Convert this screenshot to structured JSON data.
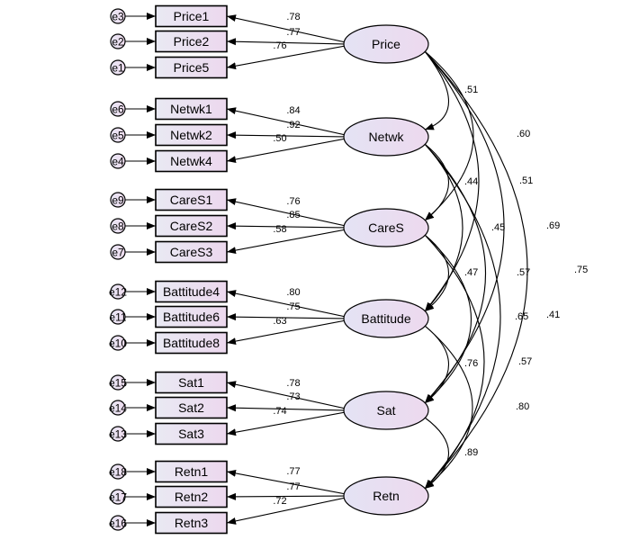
{
  "latents": [
    {
      "id": "price",
      "label": "Price",
      "indicators": [
        {
          "label": "Price1",
          "error": "e3",
          "loading": ".78"
        },
        {
          "label": "Price2",
          "error": "e2",
          "loading": ".77"
        },
        {
          "label": "Price5",
          "error": "e1",
          "loading": ".76"
        }
      ]
    },
    {
      "id": "netwk",
      "label": "Netwk",
      "indicators": [
        {
          "label": "Netwk1",
          "error": "e6",
          "loading": ".84"
        },
        {
          "label": "Netwk2",
          "error": "e5",
          "loading": ".92"
        },
        {
          "label": "Netwk4",
          "error": "e4",
          "loading": ".50"
        }
      ]
    },
    {
      "id": "cares",
      "label": "CareS",
      "indicators": [
        {
          "label": "CareS1",
          "error": "e9",
          "loading": ".76"
        },
        {
          "label": "CareS2",
          "error": "e8",
          "loading": ".85"
        },
        {
          "label": "CareS3",
          "error": "e7",
          "loading": ".58"
        }
      ]
    },
    {
      "id": "battitude",
      "label": "Battitude",
      "indicators": [
        {
          "label": "Battitude4",
          "error": "e12",
          "loading": ".80"
        },
        {
          "label": "Battitude6",
          "error": "e11",
          "loading": ".75"
        },
        {
          "label": "Battitude8",
          "error": "e10",
          "loading": ".63"
        }
      ]
    },
    {
      "id": "sat",
      "label": "Sat",
      "indicators": [
        {
          "label": "Sat1",
          "error": "e15",
          "loading": ".78"
        },
        {
          "label": "Sat2",
          "error": "e14",
          "loading": ".73"
        },
        {
          "label": "Sat3",
          "error": "e13",
          "loading": ".74"
        }
      ]
    },
    {
      "id": "retn",
      "label": "Retn",
      "indicators": [
        {
          "label": "Retn1",
          "error": "e18",
          "loading": ".77"
        },
        {
          "label": "Retn2",
          "error": "e17",
          "loading": ".77"
        },
        {
          "label": "Retn3",
          "error": "e16",
          "loading": ".72"
        }
      ]
    }
  ],
  "correlations": [
    {
      "from": "price",
      "to": "netwk",
      "value": ".51"
    },
    {
      "from": "price",
      "to": "cares",
      "value": ".60"
    },
    {
      "from": "price",
      "to": "battitude",
      "value": ".51"
    },
    {
      "from": "price",
      "to": "sat",
      "value": ".69"
    },
    {
      "from": "price",
      "to": "retn",
      "value": ".75"
    },
    {
      "from": "netwk",
      "to": "cares",
      "value": ".44"
    },
    {
      "from": "netwk",
      "to": "battitude",
      "value": ".45"
    },
    {
      "from": "netwk",
      "to": "sat",
      "value": ".57"
    },
    {
      "from": "netwk",
      "to": "retn",
      "value": ".41"
    },
    {
      "from": "cares",
      "to": "battitude",
      "value": ".47"
    },
    {
      "from": "cares",
      "to": "sat",
      "value": ".65"
    },
    {
      "from": "cares",
      "to": "retn",
      "value": ".57"
    },
    {
      "from": "battitude",
      "to": "sat",
      "value": ".76"
    },
    {
      "from": "battitude",
      "to": "retn",
      "value": ".80"
    },
    {
      "from": "sat",
      "to": "retn",
      "value": ".89"
    }
  ]
}
